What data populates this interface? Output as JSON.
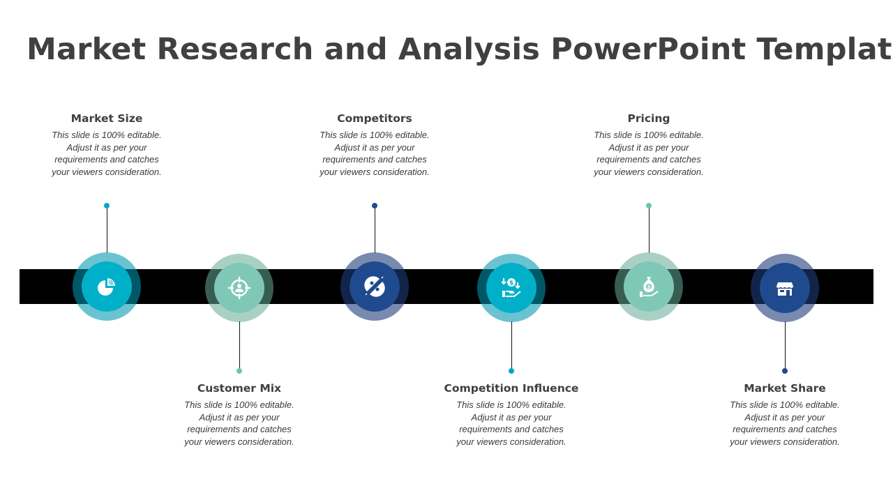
{
  "title": "Market Research and Analysis PowerPoint Template",
  "colors": {
    "teal": "#00b0c8",
    "mint": "#7fc8b8",
    "navy": "#1f4a8f",
    "bar": "#000000",
    "text": "#3f3f3f"
  },
  "steps": [
    {
      "title": "Market Size",
      "body": "This slide is 100% editable. Adjust it as per your requirements and catches your viewers consideration.",
      "icon": "pie-chart-icon",
      "theme": "teal",
      "position": "top"
    },
    {
      "title": "Customer Mix",
      "body": "This slide is 100% editable. Adjust it as per your requirements and catches your viewers consideration.",
      "icon": "target-user-icon",
      "theme": "mint",
      "position": "bottom"
    },
    {
      "title": "Competitors",
      "body": "This slide is 100% editable. Adjust it as per your requirements and catches your viewers consideration.",
      "icon": "competitors-icon",
      "theme": "navy",
      "position": "top"
    },
    {
      "title": "Competition Influence",
      "body": "This slide is 100% editable. Adjust it as per your requirements and catches your viewers consideration.",
      "icon": "money-hand-arrows-icon",
      "theme": "teal",
      "position": "bottom"
    },
    {
      "title": "Pricing",
      "body": "This slide is 100% editable. Adjust it as per your requirements and catches your viewers consideration.",
      "icon": "money-bag-hand-icon",
      "theme": "mint",
      "position": "top"
    },
    {
      "title": "Market Share",
      "body": "This slide is 100% editable. Adjust it as per your requirements and catches your viewers consideration.",
      "icon": "storefront-icon",
      "theme": "navy",
      "position": "bottom"
    }
  ]
}
